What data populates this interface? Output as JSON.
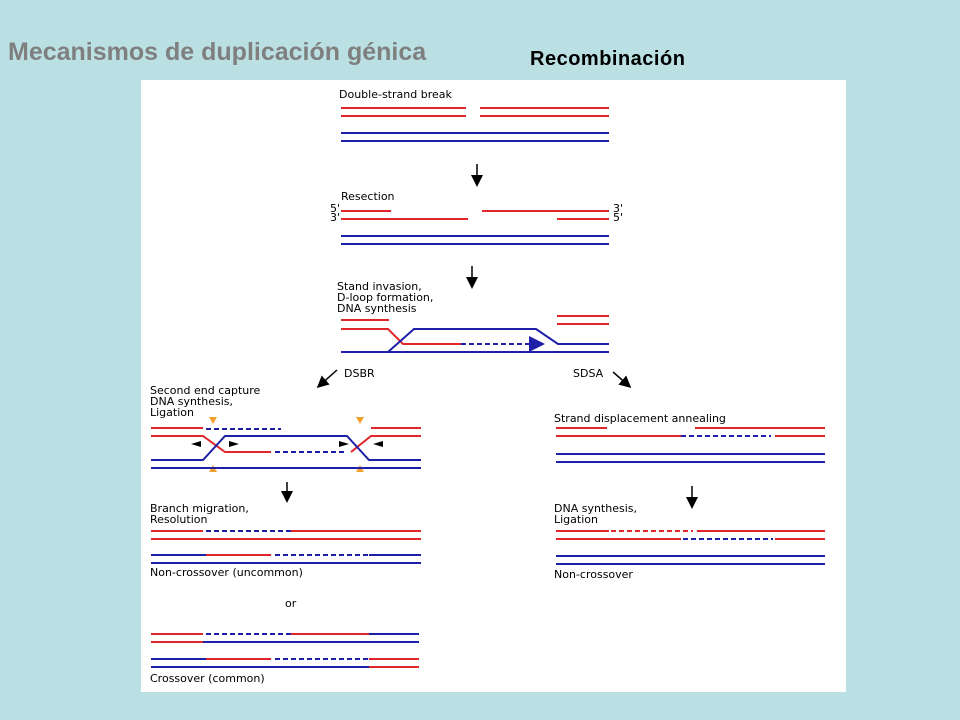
{
  "header": {
    "title": "Mecanismos de duplicación génica",
    "subtitle": "Recombinación"
  },
  "diagram": {
    "step1": "Double-strand break",
    "step2": "Resection",
    "end_5": "5'",
    "end_3": "3'",
    "step3_line1": "Stand invasion,",
    "step3_line2": "D-loop formation,",
    "step3_line3": "DNA synthesis",
    "branch_left": "DSBR",
    "branch_right": "SDSA",
    "dsbr_step1_line1": "Second end capture",
    "dsbr_step1_line2": "DNA synthesis,",
    "dsbr_step1_line3": "Ligation",
    "dsbr_step2_line1": "Branch migration,",
    "dsbr_step2_line2": "Resolution",
    "outcome_noncrossover": "Non-crossover (uncommon)",
    "or_label": "or",
    "outcome_crossover": "Crossover (common)",
    "sdsa_step1": "Strand displacement annealing",
    "sdsa_step2_line1": "DNA synthesis,",
    "sdsa_step2_line2": "Ligation",
    "sdsa_outcome": "Non-crossover"
  },
  "colors": {
    "red_strand": "#e0262a",
    "blue_strand": "#1f1fa8",
    "arrow_marker": "#f0a030"
  }
}
